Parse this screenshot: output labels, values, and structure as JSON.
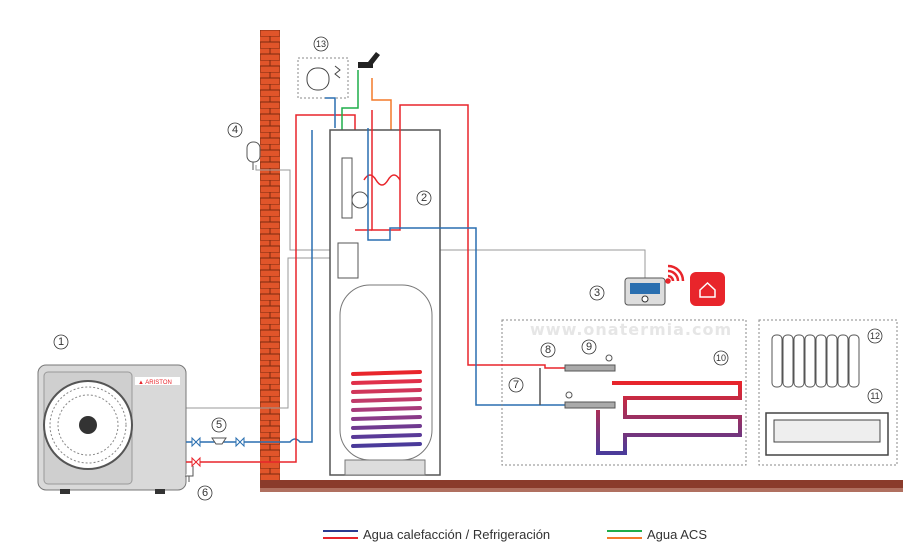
{
  "watermark": "www.onatermia.com",
  "callouts": [
    "1",
    "2",
    "3",
    "4",
    "5",
    "6",
    "7",
    "8",
    "9",
    "10",
    "11",
    "12",
    "13"
  ],
  "legend": {
    "heating": {
      "label": "Agua calefacción / Refrigeración",
      "colors": [
        "#2b3b8f",
        "#e8252b"
      ]
    },
    "dhw": {
      "label": "Agua ACS",
      "colors": [
        "#1fae4a",
        "#f47a2a"
      ]
    }
  },
  "colors": {
    "brick": "#e0552a",
    "floor": "#8a3b2b",
    "hot": "#e8252b",
    "cold": "#2a6fb0",
    "gray_line": "#9a9a9a",
    "app_icon": "#e8252b"
  }
}
